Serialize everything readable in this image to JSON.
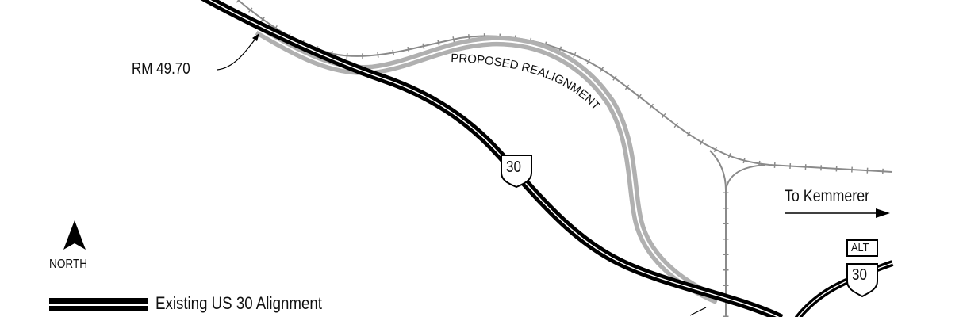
{
  "labels": {
    "rm_start": "RM 49.70",
    "proposed": "PROPOSED REALIGNMENT",
    "direction": "To Kemmerer",
    "north": "NORTH",
    "route_shield": "30",
    "alt_shield_top": "ALT",
    "alt_shield_route": "30"
  },
  "legend": {
    "existing": "Existing US 30 Alignment"
  },
  "colors": {
    "existing": "#000000",
    "proposed": "#b0b0b0",
    "railroad": "#8a8a8a"
  }
}
